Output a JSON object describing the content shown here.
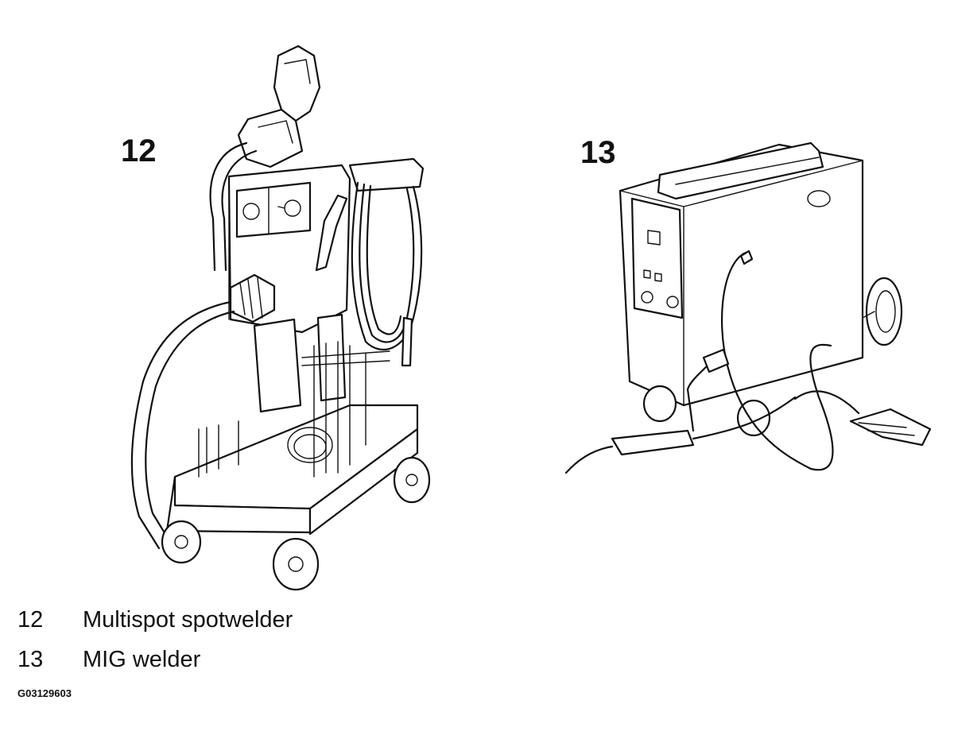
{
  "callouts": {
    "item_12": "12",
    "item_13": "13"
  },
  "legend": [
    {
      "number": "12",
      "label": "Multispot spotwelder"
    },
    {
      "number": "13",
      "label": "MIG welder"
    }
  ],
  "figure_id": "G03129603"
}
